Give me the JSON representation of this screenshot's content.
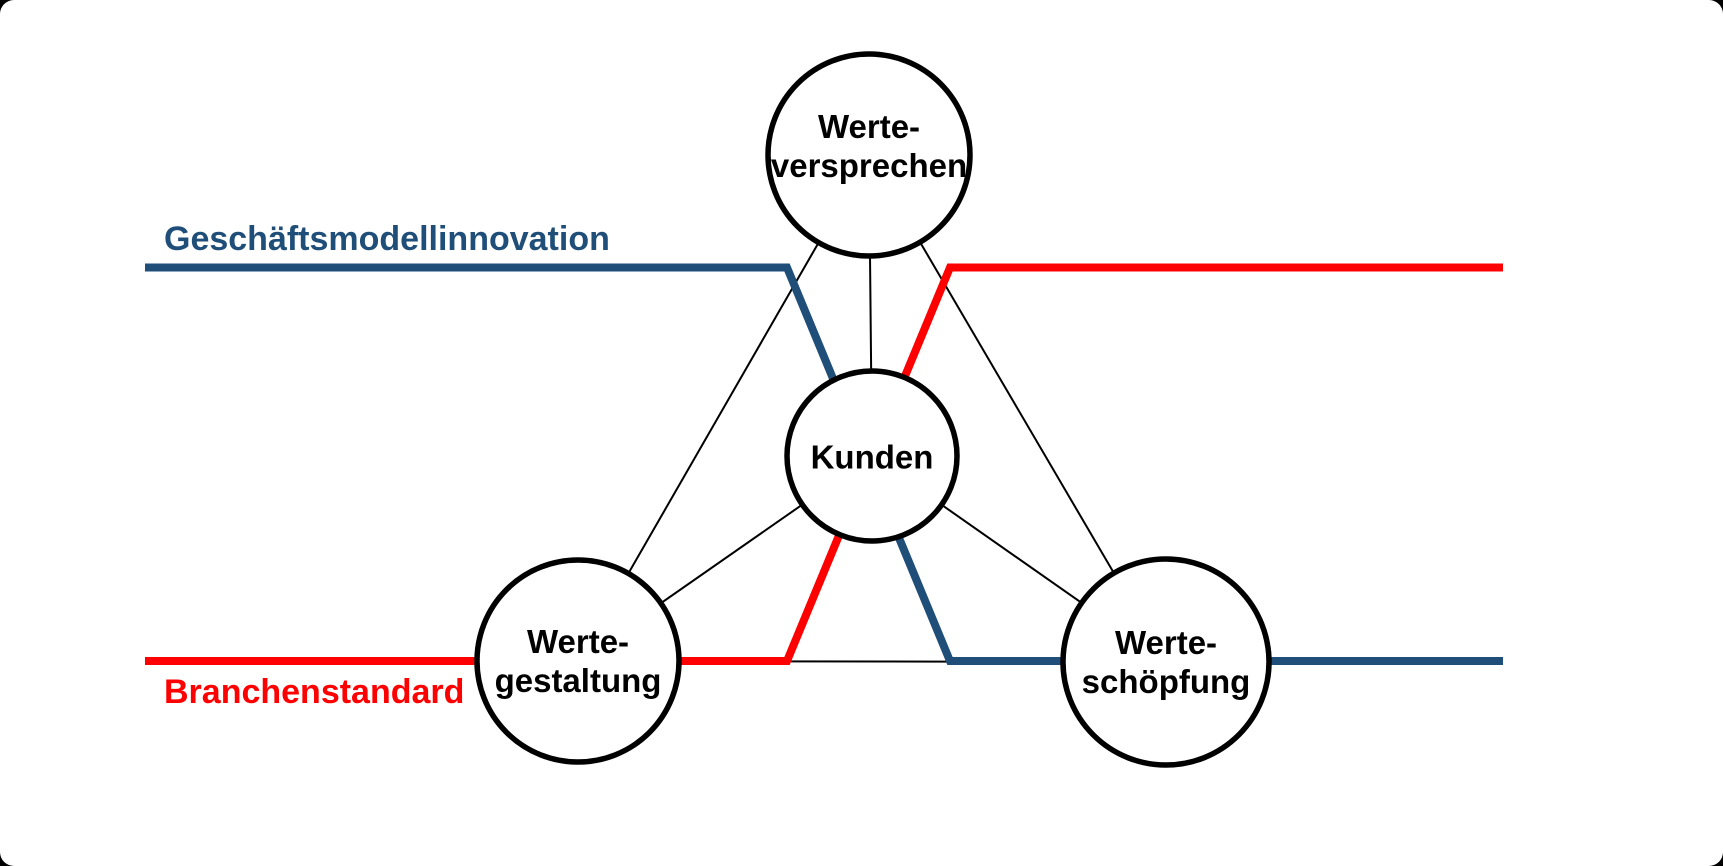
{
  "colors": {
    "line-blue": "#1F4E79",
    "line-red": "#FE0000",
    "line-black": "#000000",
    "node-fill": "#FFFFFF",
    "bg": "#FFFFFF"
  },
  "labels": {
    "geschaeftsmodellinnovation": "Geschäftsmodellinnovation",
    "branchenstandard": "Branchenstandard"
  },
  "nodes": {
    "werteversprechen": {
      "line1": "Werte-",
      "line2": "versprechen"
    },
    "kunden": {
      "line1": "Kunden",
      "line2": ""
    },
    "wertegestaltung": {
      "line1": "Werte-",
      "line2": "gestaltung"
    },
    "werteschoepfung": {
      "line1": "Werte-",
      "line2": "schöpfung"
    }
  }
}
